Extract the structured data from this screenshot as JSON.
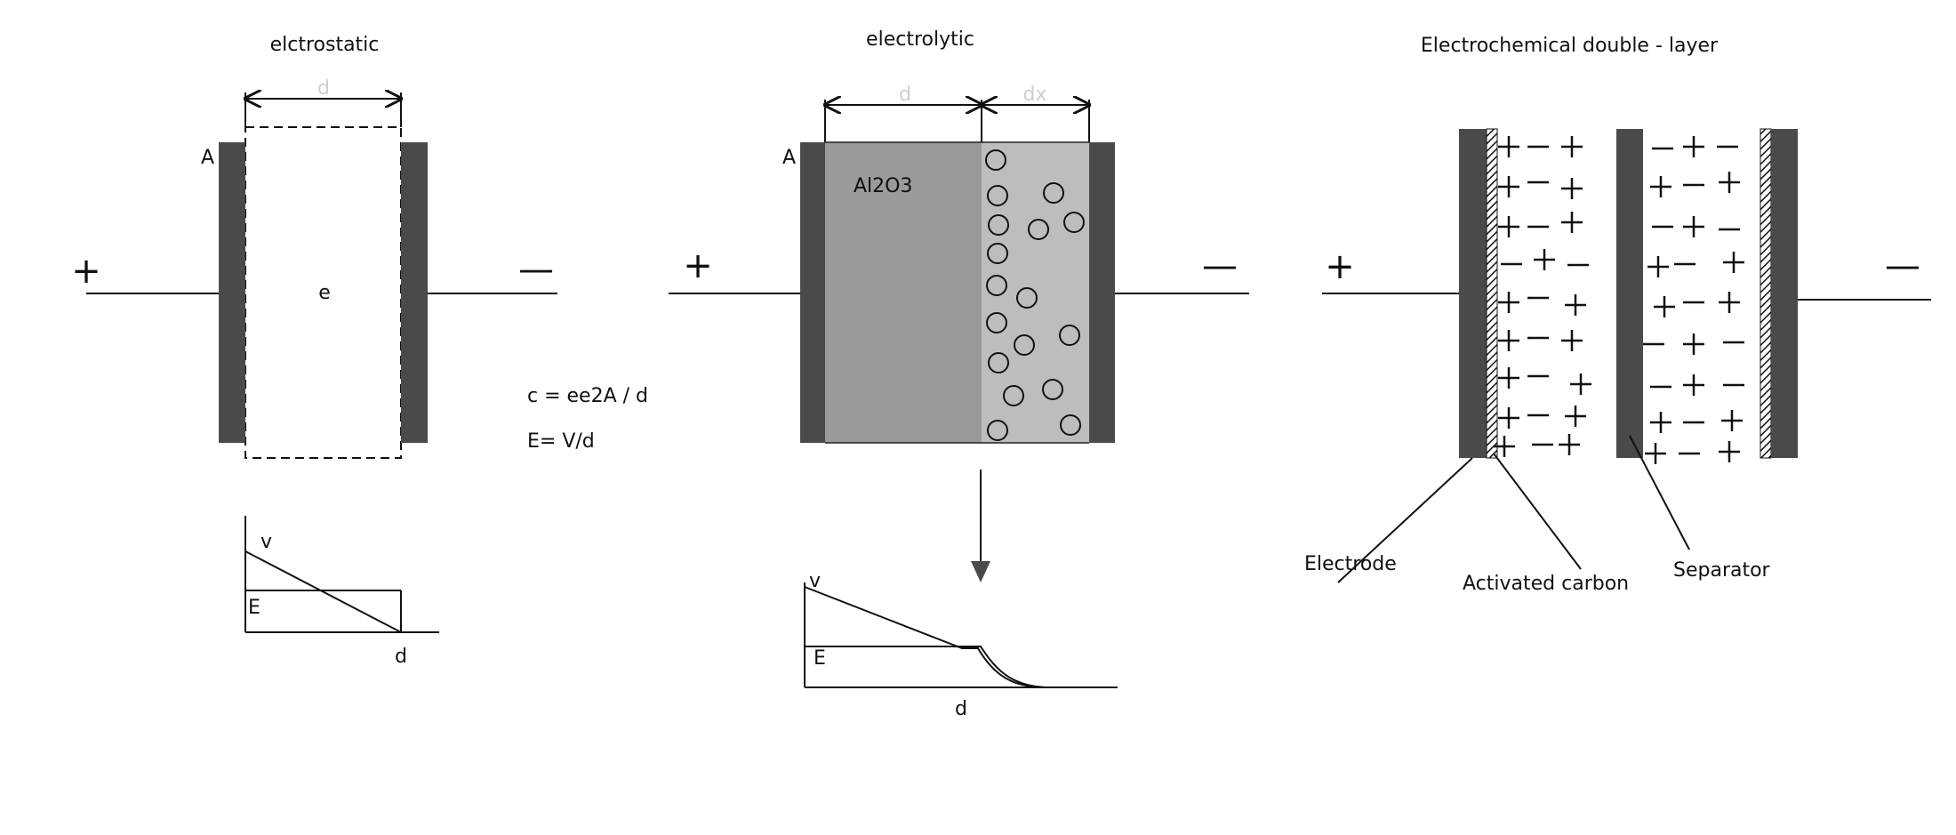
{
  "panels": {
    "electrostatic": {
      "title": "elctrostatic",
      "dim_d": "d",
      "label_a": "A",
      "label_e": "e",
      "plus": "+",
      "minus": "—",
      "graph_v": "v",
      "graph_e": "E",
      "graph_d": "d"
    },
    "electrolytic": {
      "title": "electrolytic",
      "dim_d": "d",
      "dim_dx": "dx",
      "label_a": "A",
      "oxide": "Al2O3",
      "plus": "+",
      "minus": "—",
      "graph_v": "v",
      "graph_e": "E",
      "graph_d": "d"
    },
    "edlc": {
      "title": "Electrochemical double - layer",
      "plus": "+",
      "minus": "—",
      "electrode": "Electrode",
      "activated_carbon": "Activated carbon",
      "separator": "Separator"
    }
  },
  "formulas": {
    "capacitance": "c = ee2A / d",
    "field": "E= V/d"
  },
  "colors": {
    "plate": "#4a4a4a",
    "oxide": "#9a9a9a",
    "electrolyte": "#bdbdbd",
    "line": "#111111",
    "dim_text": "#cfcfcf"
  }
}
